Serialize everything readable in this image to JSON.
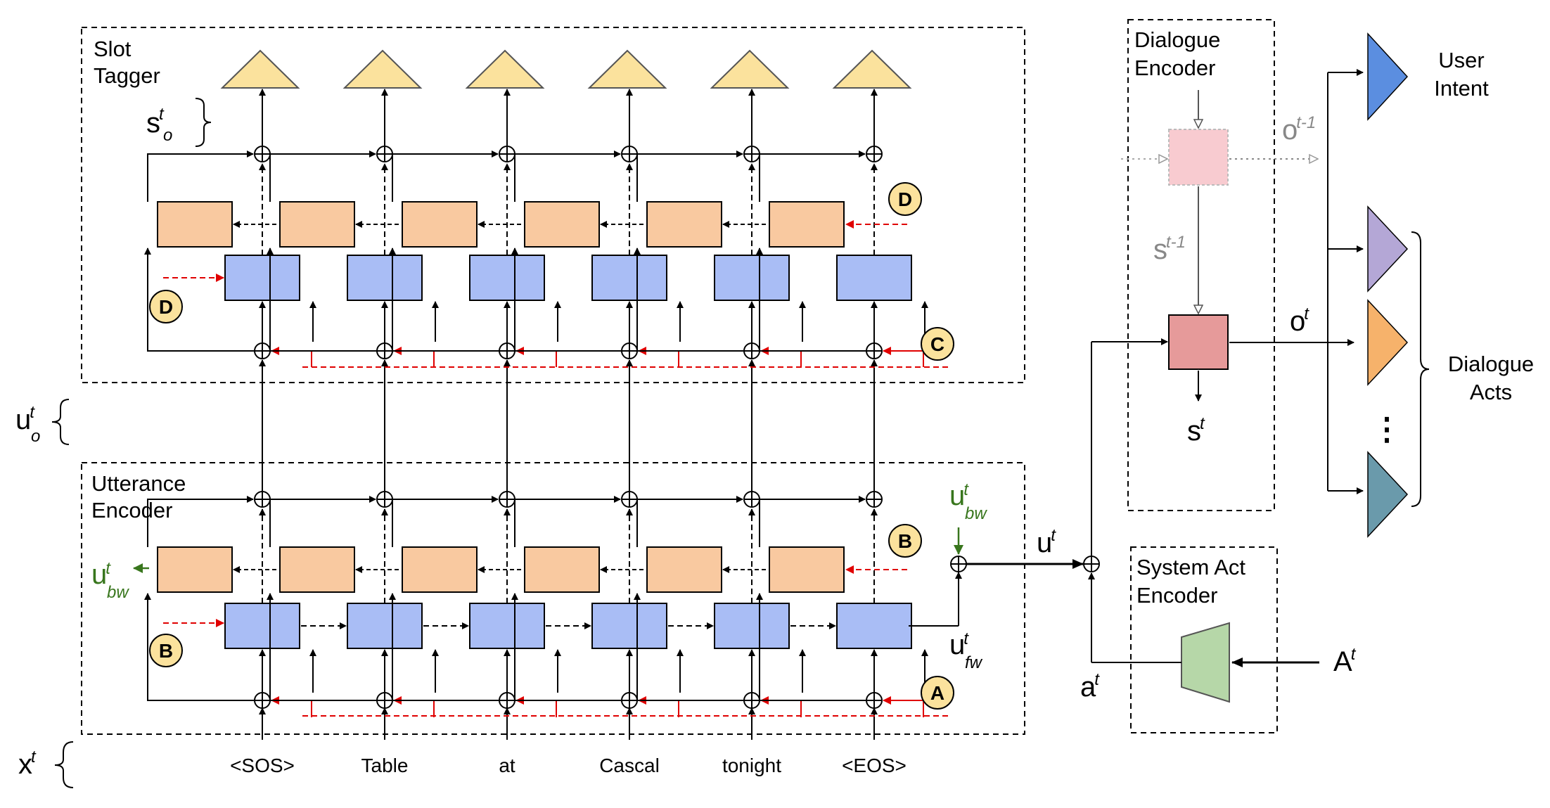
{
  "modules": {
    "slot_tagger": "Slot\nTagger",
    "utterance_encoder": "Utterance\nEncoder",
    "dialogue_encoder": "Dialogue\nEncoder",
    "system_act_encoder": "System Act\nEncoder"
  },
  "tokens": [
    "<SOS>",
    "Table",
    "at",
    "Cascal",
    "tonight",
    "<EOS>"
  ],
  "badges": {
    "a": "A",
    "b": "B",
    "c": "C",
    "d": "D"
  },
  "symbols": {
    "s": "s",
    "u": "u",
    "x": "x",
    "a": "a",
    "A": "A",
    "o": "o",
    "sup_t": "t",
    "sup_t1": "t-1",
    "sub_o": "o",
    "sub_bw": "bw",
    "sub_fw": "fw"
  },
  "outputs": {
    "user_intent": "User\nIntent",
    "dialogue_acts": "Dialogue\nActs",
    "ellipsis": "⋮"
  },
  "colors": {
    "orange_cell": "#f9c9a0",
    "blue_cell": "#a9bdf5",
    "triangle_yellow": "#fbe29d",
    "dialogue_cell": "#e69a9a",
    "dialogue_prev_cell": "#f8cbd0",
    "intent_blue": "#5b8ee0",
    "act_purple": "#b4a7d6",
    "act_orange": "#f6b26b",
    "act_teal": "#6a9aab",
    "trapezoid_green": "#b6d7a8",
    "badge_fill": "#fbe29d",
    "arrow_red": "#e00000",
    "arrow_green": "#38761d"
  }
}
